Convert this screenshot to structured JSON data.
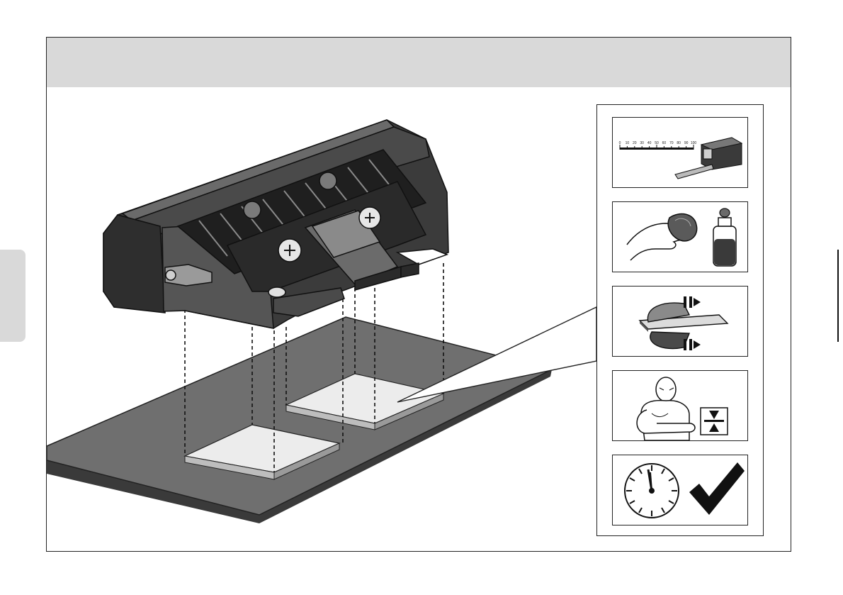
{
  "figure": {
    "header_text": "",
    "steps": [
      {
        "icon": "tape-measure-icon",
        "scale_ticks": [
          "0",
          "10",
          "20",
          "30",
          "40",
          "50",
          "60",
          "70",
          "80",
          "90",
          "100"
        ]
      },
      {
        "icon": "clean-surface-icon"
      },
      {
        "icon": "peel-liner-icon"
      },
      {
        "icon": "press-firmly-icon"
      },
      {
        "icon": "wait-time-check-icon"
      }
    ]
  },
  "colors": {
    "header_band": "#d9d9d9",
    "surface": "#6f6f6f",
    "adhesive_pad": "#ececec",
    "housing": "#3b3b3b"
  }
}
